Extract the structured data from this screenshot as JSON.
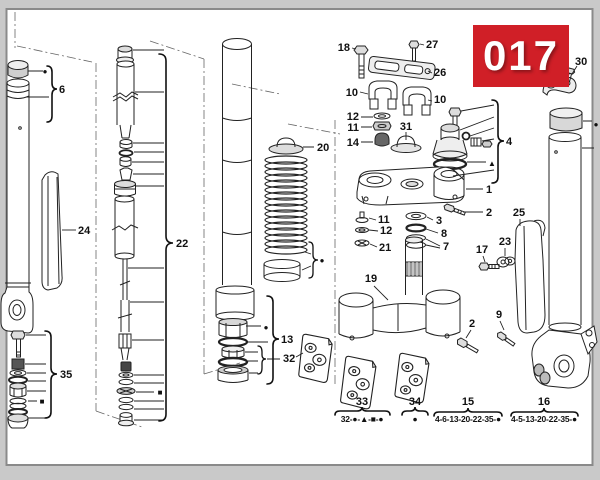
{
  "page": {
    "code": "017",
    "badge_color": "#d01f27"
  },
  "callouts": {
    "c1": "1",
    "c2a": "2",
    "c2b": "2",
    "c3": "3",
    "c4": "4",
    "c6": "6",
    "c7": "7",
    "c8": "8",
    "c9": "9",
    "c10a": "10",
    "c10b": "10",
    "c11a": "11",
    "c11b": "11",
    "c12a": "12",
    "c12b": "12",
    "c13": "13",
    "c14": "14",
    "c15": "15",
    "c16": "16",
    "c17": "17",
    "c18": "18",
    "c19": "19",
    "c20": "20",
    "c21": "21",
    "c22": "22",
    "c23": "23",
    "c24": "24",
    "c25": "25",
    "c26": "26",
    "c27": "27",
    "c30": "30",
    "c31": "31",
    "c32": "32",
    "c33": "33",
    "c34": "34",
    "c35": "35"
  },
  "footnotes": {
    "f33": "32-●-▲-■-●",
    "f34": "●",
    "f15": "4-6-13-20-22-35-●",
    "f16": "4-5-13-20-22-35-●"
  },
  "markers": {
    "dot": "●",
    "triangle": "▲",
    "square": "■"
  }
}
